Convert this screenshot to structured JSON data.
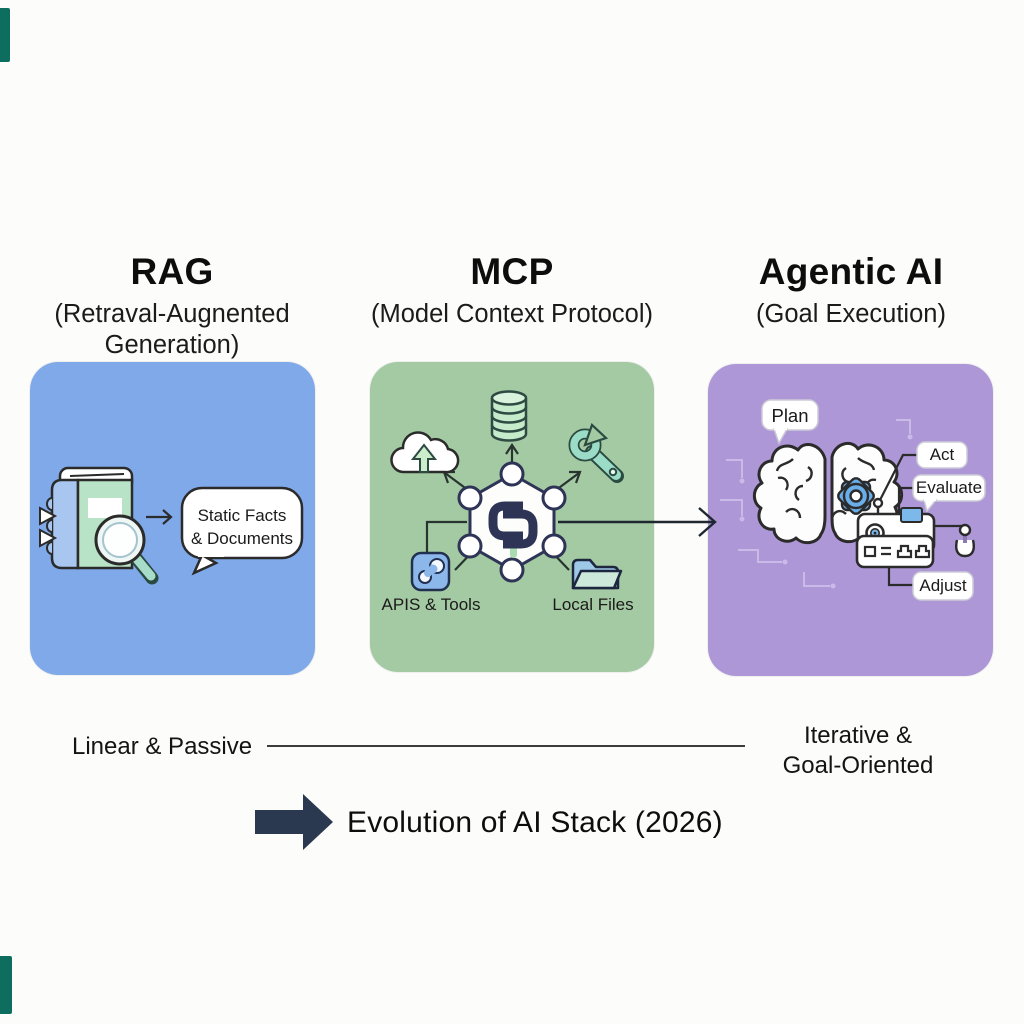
{
  "page": {
    "background": "#fcfcfb",
    "edge_mark_color": "#0d6e60"
  },
  "header": {
    "columns": [
      {
        "title": "RAG",
        "subtitle1": "(Retraval-Augnented",
        "subtitle2": "Generation)"
      },
      {
        "title": "MCP",
        "subtitle1": "(Model Context Protocol)"
      },
      {
        "title": "Agentic AI",
        "subtitle1": "(Goal Execution)"
      }
    ]
  },
  "boxes": {
    "rag": {
      "color": "#7fa9e9",
      "bubble_line1": "Static Facts",
      "bubble_line2": "& Documents",
      "icons": [
        "book-icon",
        "magnifier-icon",
        "arrow-right-icon",
        "speech-bubble"
      ]
    },
    "mcp": {
      "color": "#a4caa3",
      "apis_label": "APIS & Tools",
      "files_label": "Local Files",
      "icons": [
        "cloud-upload-icon",
        "database-icon",
        "wrench-icon",
        "hexagon-network-icon",
        "mcp-logo-icon",
        "gears-icon",
        "folder-icon"
      ]
    },
    "agentic": {
      "color": "#ae97d7",
      "plan_label": "Plan",
      "act_label": "Act",
      "evaluate_label": "Evaluate",
      "adjust_label": "Adjust",
      "icons": [
        "brain-icon",
        "gear-icon",
        "control-panel-icon",
        "joystick-icon",
        "circuit-traces"
      ]
    }
  },
  "footer": {
    "left_label": "Linear & Passive",
    "right_label_line1": "Iterative &",
    "right_label_line2": "Goal-Oriented",
    "caption": "Evolution of AI Stack (2026)",
    "arrow_color": "#2b3950"
  }
}
